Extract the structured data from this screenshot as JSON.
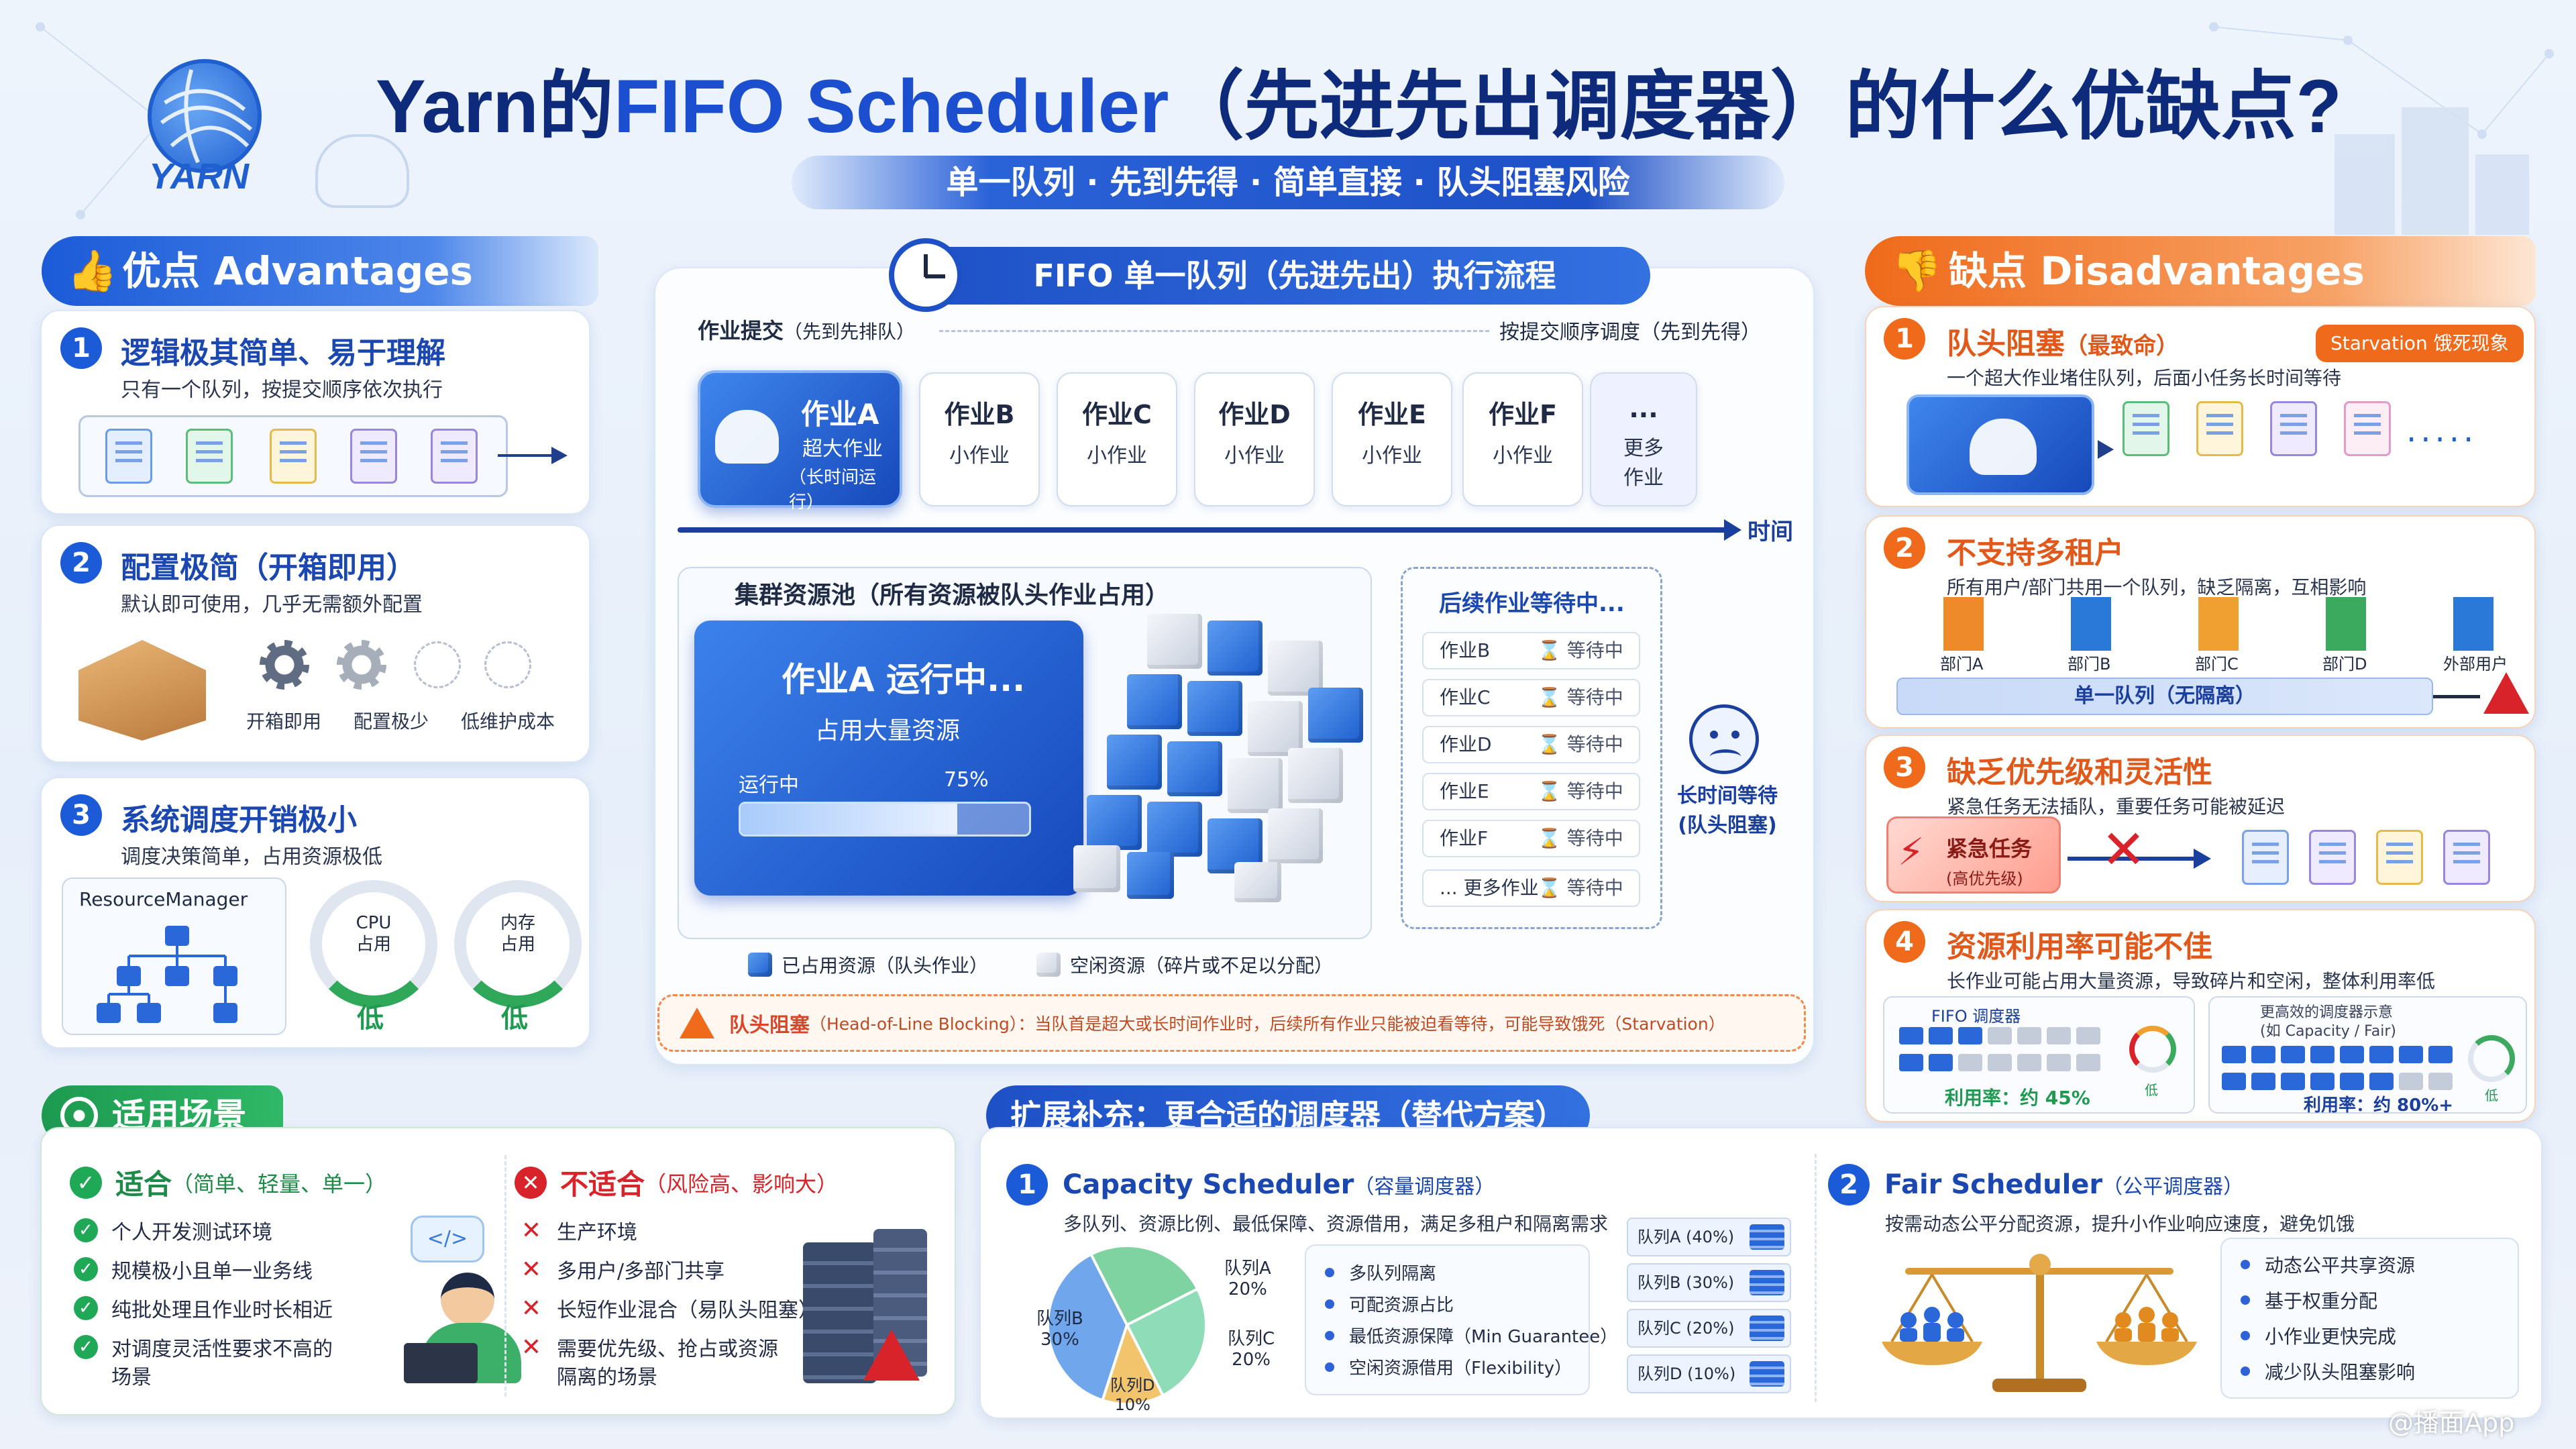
{
  "header": {
    "logo_text": "YARN",
    "title_prefix": "Yarn的",
    "title_main": "FIFO Scheduler",
    "title_suffix": "（先进先出调度器）的什么优缺点?",
    "subtitle": "单一队列 · 先到先得 · 简单直接 · 队头阻塞风险"
  },
  "advantages": {
    "header": "优点 Advantages",
    "items": [
      {
        "num": "1",
        "title": "逻辑极其简单、易于理解",
        "desc": "只有一个队列，按提交顺序依次执行"
      },
      {
        "num": "2",
        "title": "配置极简（开箱即用）",
        "desc": "默认即可使用，几乎无需额外配置",
        "labels": [
          "开箱即用",
          "配置极少",
          "低维护成本"
        ]
      },
      {
        "num": "3",
        "title": "系统调度开销极小",
        "desc": "调度决策简单，占用资源极低",
        "rm_label": "ResourceManager",
        "gauges": [
          {
            "label": "CPU\n占用",
            "value": "低"
          },
          {
            "label": "内存\n占用",
            "value": "低"
          }
        ]
      }
    ]
  },
  "flow": {
    "header": "FIFO 单一队列（先进先出）执行流程",
    "submit_label": "作业提交",
    "submit_note": "（先到先排队）",
    "order_label": "按提交顺序调度（先到先得）",
    "time_label": "时间",
    "job_a": {
      "name": "作业A",
      "desc": "超大作业",
      "note": "（长时间运行）"
    },
    "jobs": [
      {
        "name": "作业B",
        "desc": "小作业"
      },
      {
        "name": "作业C",
        "desc": "小作业"
      },
      {
        "name": "作业D",
        "desc": "小作业"
      },
      {
        "name": "作业E",
        "desc": "小作业"
      },
      {
        "name": "作业F",
        "desc": "小作业"
      }
    ],
    "more": {
      "name": "...",
      "desc": "更多\n作业"
    },
    "pool_title": "集群资源池（所有资源被队头作业占用）",
    "running_title": "作业A 运行中...",
    "running_sub": "占用大量资源",
    "progress_label": "运行中",
    "progress_text": "75%",
    "progress": 0.75,
    "waiting_title": "后续作业等待中...",
    "waiting": [
      {
        "name": "作业B",
        "status": "⌛ 等待中"
      },
      {
        "name": "作业C",
        "status": "⌛ 等待中"
      },
      {
        "name": "作业D",
        "status": "⌛ 等待中"
      },
      {
        "name": "作业E",
        "status": "⌛ 等待中"
      },
      {
        "name": "作业F",
        "status": "⌛ 等待中"
      },
      {
        "name": "... 更多作业",
        "status": "⌛ 等待中"
      }
    ],
    "sad_label": "长时间等待\n(队头阻塞)",
    "legend_used": "已占用资源（队头作业）",
    "legend_free": "空闲资源（碎片或不足以分配）",
    "warning_title": "队头阻塞",
    "warning_text": "（Head-of-Line Blocking）：当队首是超大或长时间作业时，后续所有作业只能被迫看等待，可能导致饿死（Starvation）"
  },
  "disadvantages": {
    "header": "缺点 Disadvantages",
    "items": [
      {
        "num": "1",
        "title": "队头阻塞",
        "title_note": "（最致命）",
        "badge": "Starvation 饿死现象",
        "desc": "一个超大作业堵住队列，后面小任务长时间等待",
        "dots": "·····"
      },
      {
        "num": "2",
        "title": "不支持多租户",
        "desc": "所有用户/部门共用一个队列，缺乏隔离，互相影响",
        "users": [
          "部门A",
          "部门B",
          "部门C",
          "部门D",
          "外部用户"
        ],
        "queue": "单一队列（无隔离）"
      },
      {
        "num": "3",
        "title": "缺乏优先级和灵活性",
        "desc": "紧急任务无法插队，重要任务可能被延迟",
        "urgent": "紧急任务",
        "urgent_note": "(高优先级)"
      },
      {
        "num": "4",
        "title": "资源利用率可能不佳",
        "desc": "长作业可能占用大量资源，导致碎片和空闲，整体利用率低",
        "fifo_label": "FIFO 调度器",
        "fifo_util": "利用率：约 45%",
        "fifo_gauge": "低",
        "alt_label": "更高效的调度器示意",
        "alt_note": "(如 Capacity / Fair)",
        "alt_util": "利用率：约 80%+",
        "alt_gauge": "低"
      }
    ]
  },
  "scenarios": {
    "header": "适用场景",
    "fit_title": "适合",
    "fit_note": "（简单、轻量、单一）",
    "fit": [
      "个人开发测试环境",
      "规模极小且单一业务线",
      "纯批处理且作业时长相近",
      "对调度灵活性要求不高的",
      "场景"
    ],
    "code_icon": "</>",
    "unfit_title": "不适合",
    "unfit_note": "（风险高、影响大）",
    "unfit": [
      "生产环境",
      "多用户/多部门共享",
      "长短作业混合（易队头阻塞）",
      "需要优先级、抢占或资源",
      "隔离的场景"
    ]
  },
  "extensions": {
    "header": "扩展补充：更合适的调度器（替代方案）",
    "capacity": {
      "num": "1",
      "title": "Capacity Scheduler",
      "title_cn": "（容量调度器）",
      "desc": "多队列、资源比例、最低保障、资源借用，满足多租户和隔离需求",
      "pie": [
        {
          "label": "队列A",
          "pct": "20%",
          "value": 20,
          "color": "#7fd3a0"
        },
        {
          "label": "队列B",
          "pct": "30%",
          "value": 30,
          "color": "#6fa6ec"
        },
        {
          "label": "队列C",
          "pct": "20%",
          "value": 20,
          "color": "#8fdcb8"
        },
        {
          "label": "队列D",
          "pct": "10%",
          "value": 10,
          "color": "#f2c46c"
        }
      ],
      "features": [
        "多队列隔离",
        "可配资源占比",
        "最低资源保障（Min Guarantee）",
        "空闲资源借用（Flexibility）"
      ],
      "queues": [
        "队列A (40%)",
        "队列B (30%)",
        "队列C (20%)",
        "队列D (10%)"
      ]
    },
    "fair": {
      "num": "2",
      "title": "Fair Scheduler",
      "title_cn": "（公平调度器）",
      "desc": "按需动态公平分配资源，提升小作业响应速度，避免饥饿",
      "features": [
        "动态公平共享资源",
        "基于权重分配",
        "小作业更快完成",
        "减少队头阻塞影响"
      ]
    }
  },
  "watermark": "@播面App",
  "colors": {
    "primary": "#1c5bd8",
    "accent": "#ef6a1a",
    "danger": "#d9232b",
    "success": "#1fa855"
  }
}
